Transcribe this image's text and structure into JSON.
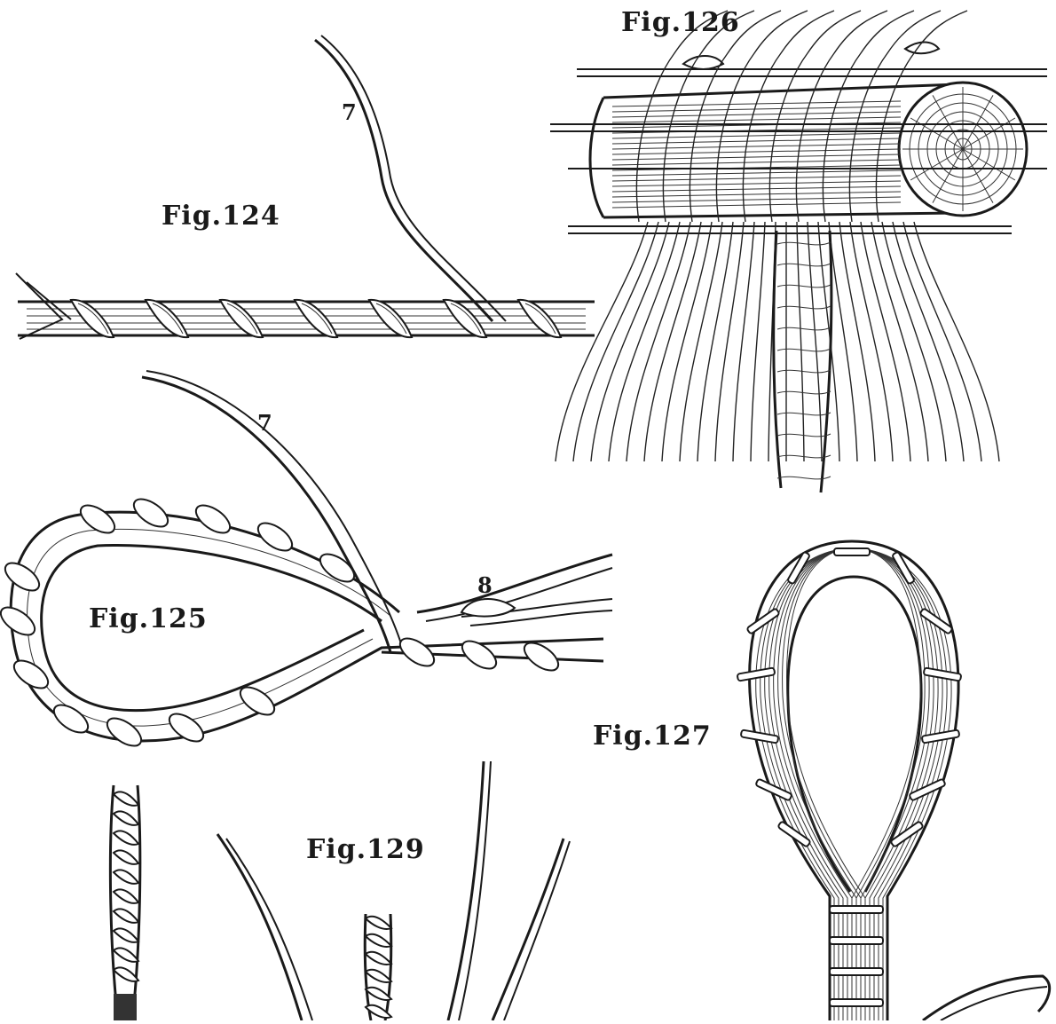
{
  "figures": {
    "fig124": {
      "label": "Fig.124",
      "strand_number": "7"
    },
    "fig125": {
      "label": "Fig.125",
      "strand_number_a": "7",
      "strand_number_b": "8"
    },
    "fig126": {
      "label": "Fig.126"
    },
    "fig127": {
      "label": "Fig.127"
    },
    "fig129": {
      "label": "Fig.129"
    }
  },
  "colors": {
    "ink": "#1a1a1a",
    "paper": "#ffffff"
  }
}
